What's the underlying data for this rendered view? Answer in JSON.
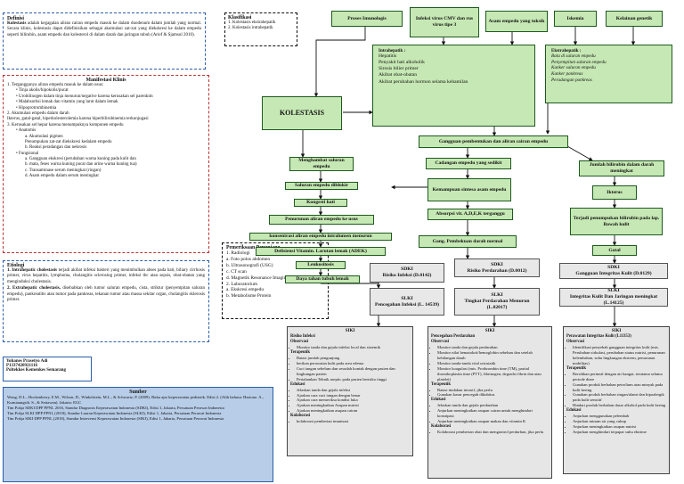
{
  "definisi": {
    "title": "Definisi",
    "body_term": "Kolestasis",
    "body_rest": "adalah kegagalan aliran cairan empedu masuk ke dalam duodenum dalam jumlah yang normal. Secara klinis, kolestasis dapat didefinisikan sebagai akumulasi zat-zat yang diekskresi ke dalam empedu seperti bilirubin, asam empedu dan kolesterol di dalam darah dan jaringan tubuh (Arief & Sjamsul 2010)."
  },
  "klasifikasi": {
    "title": "Klasifikasi",
    "items": [
      "1. Kolestasis ekstrahepatik",
      "2. Kolestasis intrahepatik"
    ]
  },
  "manifestasi": {
    "title": "Manifestasi Klinis",
    "items": [
      {
        "text": "1. Terganggunya aliran empedu masuk ke dalam usus:",
        "level": 0
      },
      {
        "text": "• Tinja akolis/hipokolis/pucat",
        "level": 1
      },
      {
        "text": "• Urobilinogen dalam tinja menurun/negative karena kerusakan sel parenkim",
        "level": 1
      },
      {
        "text": "• Malabsorbsi lemak dan vitamin yang larut dalam lemak",
        "level": 1
      },
      {
        "text": "• Hipoprotrombinemia",
        "level": 1
      },
      {
        "text": "2. Akumulasi empedu dalam darah",
        "level": 0
      },
      {
        "text": "Ikterus, gatal-gatal, hiperkolesterolemia karena hiperbilirubinemia terkonjugasi",
        "level": 0
      },
      {
        "text": "3. Kerusakan sel hepar karena menumpuknya komponen empedu",
        "level": 0
      },
      {
        "text": "• Anatomis",
        "level": 1
      },
      {
        "text": "a. Akumulasi pigmen",
        "level": 2
      },
      {
        "text": "Penumpukan zat-zat diekskresi kedalam empedu",
        "level": 2
      },
      {
        "text": "b. Reaksi peradangan dan nekrosis",
        "level": 2
      },
      {
        "text": "• Fungsional",
        "level": 1
      },
      {
        "text": "a. Gangguan ekskresi (perubahan warna kuning pada kulit dan",
        "level": 2
      },
      {
        "text": "b. mata, feses warna kuning pucat dan urine warna kuning tua)",
        "level": 2
      },
      {
        "text": "c. Transaminase serum meningkat (ringan)",
        "level": 2
      },
      {
        "text": "d. Asam empedu dalam serum meningkat",
        "level": 2
      }
    ]
  },
  "etiologi": {
    "title": "Etiologi",
    "items": [
      {
        "term": "1. Intrahepatic cholestasis",
        "rest": "terjadi akibat infeksi bakteri yang menimbulkan abses pada hati, biliary cirrhosis primer, virus hepatitis, lymphoma, cholangitis sclerosing primer, infeksi tbc atau sepsis, obat-obatan yang menginduksi cholestasis."
      },
      {
        "term": "2. Extrahepatic cholestasis,",
        "rest": "disebabkan oleh tumor saluran empedu, cista, striktur (penyempitan saluran empedu), pankreatitis atau tumor pada pankreas, tekanan tumor atau massa sekitar organ, cholangitis sklerosis primer."
      }
    ]
  },
  "author": {
    "name": "Yohanes Prasetyo Adi",
    "nim": "P1337420921116",
    "school": "Poltekkes Kemenkes Semarang"
  },
  "sumber": {
    "title": "Sumber",
    "items": [
      "Wong, D.L., Hockenberry, E.M., Wilson, D., Winkelstein, M.L., & Schwartz, P. (2009). Buku ajar keperawatan pediatrik. Edisi 2. (Alih bahasa: Hartono. A., Kurniaungsih. S., & Setiawan). Jakarta: EGC",
      "Tim Pokja SDKI DPP PPNI, 2016, Standar Diagnosis Keperawatan Indonesia (SDKI), Edisi 1, Jakarta, Persatuan Perawat Indonesia",
      "Tim Pokja SLKI DPP PPNI, (2018), Standar Luaran Keperawatan Indonesia (SLKI), Edisi 1, Jakarta, Persatuan Perawat Indonesia",
      "Tim Pokja SIKI DPP PPNI, (2018), Standar Intervensi Keperawatan Indonesia (SIKI), Edisi 1, Jakarta, Persatuan Perawat Indonesia"
    ]
  },
  "pemeriksaan": {
    "title": "Pemeriksaan Penunjang",
    "items": [
      "1. Radiologi",
      "a. Foto polos abdomen",
      "b. Ultrasonografi (USG)",
      "c. CT scan",
      "d. Magnetik Resonance Imaging (MRI)",
      "2. Laboratorium",
      "a. Ekskresi empedu",
      "b. Metabolisme Protein"
    ]
  },
  "causes": [
    "Proses Imunologis",
    "Infeksi virus CMV dan rus virus tipe 3",
    "Asam empedu yang toksik",
    "Iskemia",
    "Kelainan genetik"
  ],
  "kolestasis": "KOLESTASIS",
  "intrahepatik": {
    "title": "Intrahepatik :",
    "items": [
      "Hepatitis",
      "Penyakit hati alkoholik",
      "Sirosis bilier primer",
      "Akibat obat-obatan",
      "Akibat perubahan hormon selama kehamilan"
    ]
  },
  "ekstrahepatik": {
    "title": "Ekstrahepatik :",
    "items": [
      "Batu di saluran empedu",
      "Penyempitan saluran empedu",
      "Kanker saluran empedu",
      "Kanker pankreas",
      "Peradangan pankreas"
    ]
  },
  "left_chain": [
    "Menghambat saluran empedu",
    "Saluran empedu diblokir",
    "Kongesti hati",
    "Penurunan aliran empedu ke usus",
    "konsentrasi aliran empedu intralumen menurun",
    "Defisiensi Vitamin. Larutan lemak (ADEK)",
    "Leukositosis",
    "Daya tahan tubuh lemah"
  ],
  "mid_chain": [
    "Gangguan pembentukan dan aliran cairan empedu",
    "Cadangan empedu yang sedikit",
    "Kemampuan sintesa asam empedu",
    "Absorpsi vit. A,D,E,K terganggu",
    "Gang. Pembekuan darah normal"
  ],
  "right_chain": [
    "Jumlah bilirubin dalam darah meningkat",
    "Ikterus",
    "Terjadi penumpukan bilirubin pada lap. Bawah kulit",
    "Gatal"
  ],
  "diagnoses": [
    {
      "sdki": "SDKI",
      "sdki_name": "Risiko Infeksi (D.0142)",
      "slki": "SLKI",
      "slki_name": "Pencegahan Infeksi (L. 14539)"
    },
    {
      "sdki": "SDKI",
      "sdki_name": "Risiko Perdarahan (D.0012)",
      "slki": "SLKI",
      "slki_name": "Tingkat Perdarahan Menurun (L.02017)"
    },
    {
      "sdki": "SDKI",
      "sdki_name": "Gangguan Integritas Kulit (D.0129)",
      "slki": "SLKI",
      "slki_name": "Integritas Kulit Dan Jaringan meningkat (L.14125)"
    }
  ],
  "siki": [
    {
      "head": "SIKI",
      "title": "Risiko Infeksi",
      "sections": [
        {
          "sub": "Observasi",
          "items": [
            "Monitor tanda dan gejala infeksi local dan sistemik"
          ]
        },
        {
          "sub": "Terapeutik",
          "items": [
            "Batasi jumlah pengunjung",
            "berikan perawatan kulit pada area edema",
            "Cuci tangan sebelum dan sesudah kontak dengan pasien dan lingkungan pasien",
            "Pertahankan Teknik aseptic pada pasien berisiko tinggi"
          ]
        },
        {
          "sub": "Edukasi",
          "items": [
            "Jelaskan tanda dan gejala infeksi",
            "Ajarkan cara cuci tangan dengan benar",
            "Ajarkan cara memeriksa kondisi luka",
            "Ajarkan meningkatkan Asupan nutrisi",
            "Ajarkan meningkatkan asupan cairan"
          ]
        },
        {
          "sub": "Kolaborasi",
          "items": [
            "kolaborasi pemberian imunisasi"
          ]
        }
      ]
    },
    {
      "head": "SIKI",
      "title": "Pencegahan Perdarahan",
      "sections": [
        {
          "sub": "Observasi",
          "items": [
            "Monitor tanda dan gejala perdarahan",
            "Monitor nilai hematokrit/hemoglobin sebelum dan setelah kehilangan darah",
            "Monitor tanda-tanda vital ortostatik",
            "Monitor koagulasi (mis. Prothrombin time (TM), partial thromboplastin time (PTT), fibrinogen, degradsi fibrin dan atau platelet)"
          ]
        },
        {
          "sub": "Terapeutik",
          "items": [
            "Batasi tindakan invasif, jika perlu",
            "Gunakan kasur pencegah dikubitus"
          ]
        },
        {
          "sub": "Edukasi",
          "items": [
            "Jelaskan tanda dan gejala perdarahan",
            "Anjurkan meningkatkan asupan cairan untuk menghindari konstipasi",
            "Anjurkan meningkatkan asupan makan dan vitamin K"
          ]
        },
        {
          "sub": "Kolaborasi",
          "items": [
            "Kolaborasi pemberian obat dan mengontrol perdarhan, jika perlu"
          ]
        }
      ]
    },
    {
      "head": "SIKI",
      "title": "Perawatan Integritas Kulit (L11353)",
      "sections": [
        {
          "sub": "Observasi",
          "items": [
            "Identifikasi penyebab gangguan integritas kulit (mis. Perubahan sirkulasi, perubahan status nutrisi, penurunan kelembaban, suhu lingkungan ekstrem, penurunan mobilitas)"
          ]
        },
        {
          "sub": "Terapeutik",
          "items": [
            "Bersihkan perineal dengan air hangat, terutama selama periode diare",
            "Gunakan produk berbahan petrolium atau minyak pada kulit kering",
            "Gunakan produk berbahan ringan/alami dan hipoalergik pada kulit sensitif",
            "Hindari produk berbahan dasar alkohol pada kulit kering"
          ]
        },
        {
          "sub": "Edukasi",
          "items": [
            "Anjurkan menggunakan pelembab",
            "Anjurkan minum air yang cukup",
            "Anjurkan meningkatkan asupan nutrisi",
            "Anjurkan menghindari terpapar suhu ektrime"
          ]
        }
      ]
    }
  ]
}
